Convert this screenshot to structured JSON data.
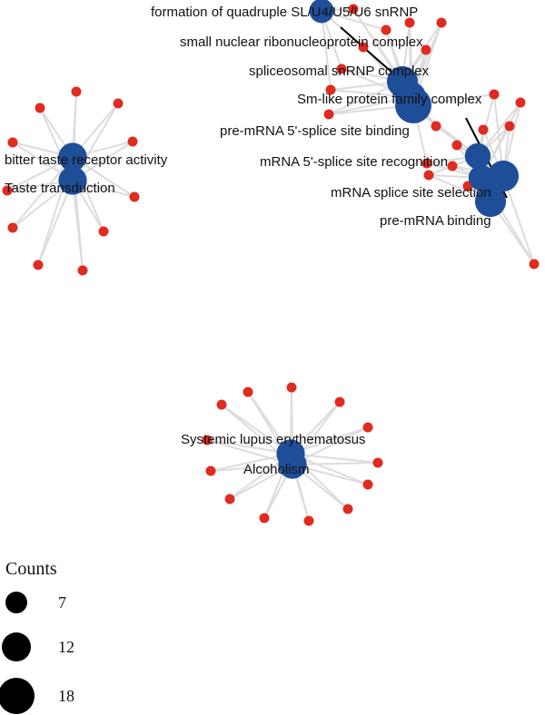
{
  "colors": {
    "term": "#1f4e99",
    "gene": "#e02b20",
    "edge": "#dcdcdc",
    "link": "#000000",
    "legend_dot": "#000000"
  },
  "legend": {
    "title": "Counts",
    "items": [
      {
        "count": 7,
        "label": "7"
      },
      {
        "count": 12,
        "label": "12"
      },
      {
        "count": 18,
        "label": "18"
      }
    ]
  },
  "clusters": [
    {
      "id": "taste",
      "terms": [
        {
          "label": "bitter taste receptor activity",
          "count": 12
        },
        {
          "label": "Taste transduction",
          "count": 12
        }
      ],
      "gene_count": 11
    },
    {
      "id": "splice",
      "terms": [
        {
          "label": "formation of quadruple SL/U4/U5/U6 snRNP",
          "count": 9
        },
        {
          "label": "small nuclear ribonucleoprotein complex",
          "count": 14
        },
        {
          "label": "spliceosomal snRNP complex",
          "count": 14
        },
        {
          "label": "Sm-like protein family complex",
          "count": 18
        },
        {
          "label": "pre-mRNA 5'-splice site binding",
          "count": 10
        },
        {
          "label": "mRNA 5'-splice site recognition",
          "count": 10
        },
        {
          "label": "mRNA splice site selection",
          "count": 14
        },
        {
          "label": "pre-mRNA binding",
          "count": 14
        }
      ],
      "gene_count": 20
    },
    {
      "id": "lupus",
      "terms": [
        {
          "label": "Systemic lupus erythematosus",
          "count": 12
        },
        {
          "label": "Alcoholism",
          "count": 12
        }
      ],
      "gene_count": 13
    }
  ]
}
